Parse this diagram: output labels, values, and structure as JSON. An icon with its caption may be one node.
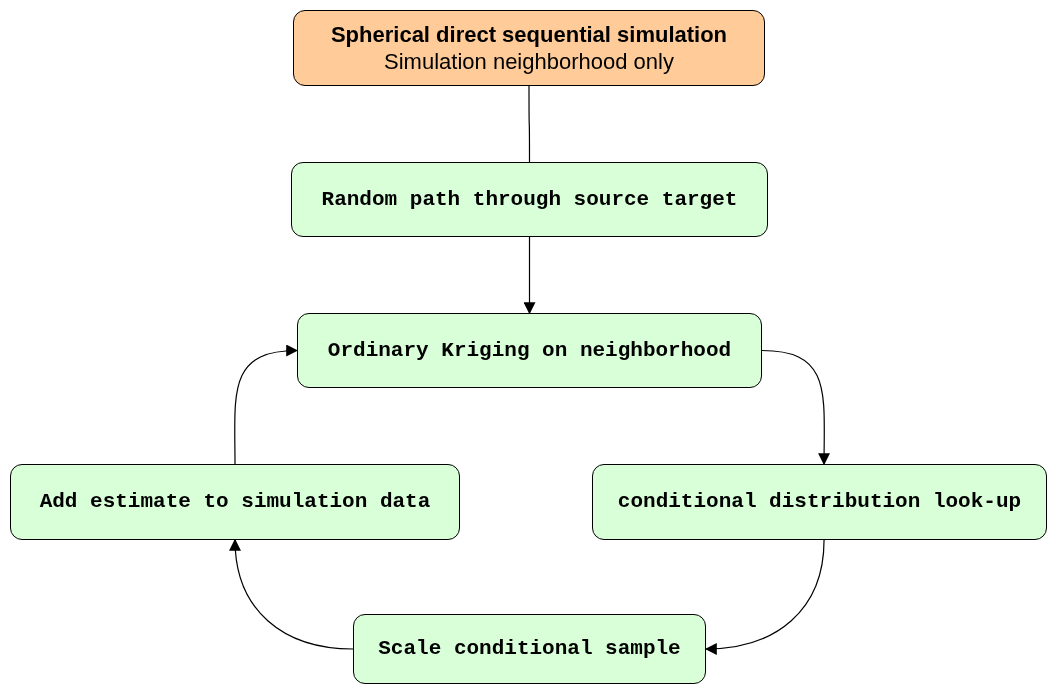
{
  "diagram": {
    "nodes": [
      {
        "text": [
          "Spherical direct sequential simulation",
          "Simulation neighborhood only"
        ]
      },
      {
        "text": [
          "Random path through source target"
        ]
      },
      {
        "text": [
          "Ordinary Kriging on neighborhood"
        ]
      },
      {
        "text": [
          "conditional distribution look-up"
        ]
      },
      {
        "text": [
          "Scale conditional sample"
        ]
      },
      {
        "text": [
          "Add estimate to simulation data"
        ]
      }
    ],
    "edges": [
      {
        "from": 0,
        "to": 1,
        "arrow": "none"
      },
      {
        "from": 1,
        "to": 2,
        "arrow": "to"
      },
      {
        "from": 2,
        "to": 3,
        "arrow": "to"
      },
      {
        "from": 3,
        "to": 4,
        "arrow": "to"
      },
      {
        "from": 4,
        "to": 5,
        "arrow": "to"
      },
      {
        "from": 5,
        "to": 2,
        "arrow": "to"
      }
    ]
  }
}
